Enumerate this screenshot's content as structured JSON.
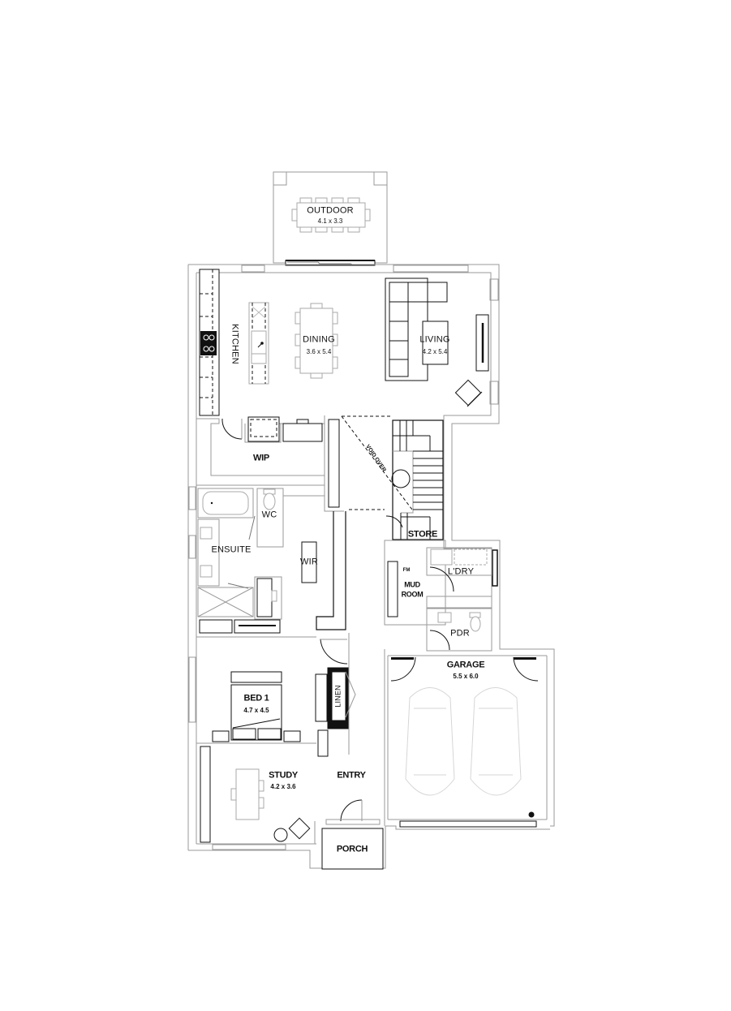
{
  "plan": {
    "rooms": {
      "outdoor": {
        "name": "OUTDOOR",
        "dims": "4.1 x 3.3"
      },
      "kitchen": {
        "name": "KITCHEN"
      },
      "dining": {
        "name": "DINING",
        "dims": "3.6 x 5.4"
      },
      "living": {
        "name": "LIVING",
        "dims": "4.2 x 5.4"
      },
      "wip": {
        "name": "WIP"
      },
      "void": {
        "name": "VOID OVER"
      },
      "store": {
        "name": "STORE"
      },
      "wc": {
        "name": "WC"
      },
      "ensuite": {
        "name": "ENSUITE"
      },
      "wir": {
        "name": "WIR"
      },
      "mud_room": {
        "name_line1": "MUD",
        "name_line2": "ROOM"
      },
      "fridge_tag": {
        "name": "FM"
      },
      "laundry": {
        "name": "L'DRY"
      },
      "pdr": {
        "name": "PDR"
      },
      "garage": {
        "name": "GARAGE",
        "dims": "5.5 x 6.0"
      },
      "bed1": {
        "name": "BED 1",
        "dims": "4.7 x 4.5"
      },
      "linen": {
        "name": "LINEN"
      },
      "study": {
        "name": "STUDY",
        "dims": "4.2 x 3.6"
      },
      "entry": {
        "name": "ENTRY"
      },
      "porch": {
        "name": "PORCH"
      }
    },
    "colors": {
      "line": "#111111",
      "wall": "#9a9a9a",
      "car_outline": "#d6d6d6",
      "background": "#ffffff"
    }
  }
}
